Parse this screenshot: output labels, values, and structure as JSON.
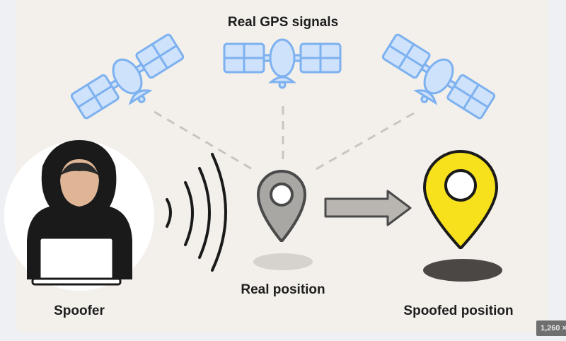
{
  "labels": {
    "satellites": "Real GPS signals",
    "real_position": "Real position",
    "spoofer": "Spoofer",
    "spoofed_position": "Spoofed position"
  },
  "image_size_badge": "1,260 ×",
  "colors": {
    "background": "#f3f0ec",
    "satellite_fill": "#cfe2fb",
    "satellite_stroke": "#7db1ef",
    "real_pin": "#a9a7a3",
    "spoofed_pin": "#f7e11d",
    "text": "#1d1d1d"
  }
}
